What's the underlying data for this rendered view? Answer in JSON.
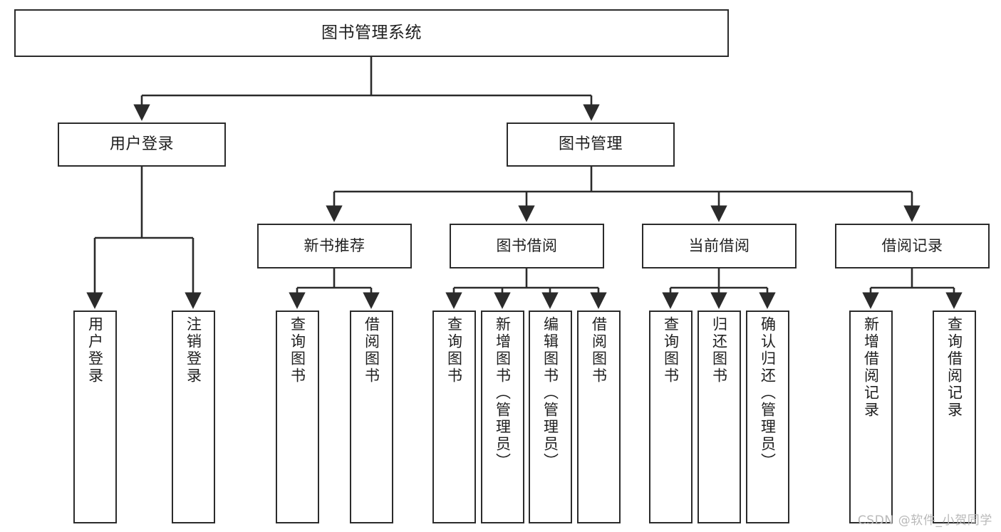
{
  "diagram": {
    "type": "tree",
    "title": "图书管理系统",
    "watermark": "CSDN @软件_小贺同学",
    "colors": {
      "stroke": "#2b2b2b",
      "fill": "#ffffff",
      "text": "#1f1f1f",
      "watermark": "#b9b9b9"
    },
    "nodes": {
      "root": {
        "label": "图书管理系统"
      },
      "level1": [
        {
          "label": "用户登录"
        },
        {
          "label": "图书管理"
        }
      ],
      "level2": [
        {
          "label": "新书推荐"
        },
        {
          "label": "图书借阅"
        },
        {
          "label": "当前借阅"
        },
        {
          "label": "借阅记录"
        }
      ],
      "leaves": {
        "user_login": [
          {
            "label": "用户登录"
          },
          {
            "label": "注销登录"
          }
        ],
        "new_book": [
          {
            "label": "查询图书"
          },
          {
            "label": "借阅图书"
          }
        ],
        "book_borrow": [
          {
            "label": "查询图书"
          },
          {
            "label": "新增图书（管理员）"
          },
          {
            "label": "编辑图书（管理员）"
          },
          {
            "label": "借阅图书"
          }
        ],
        "current_borrow": [
          {
            "label": "查询图书"
          },
          {
            "label": "归还图书"
          },
          {
            "label": "确认归还（管理员）"
          }
        ],
        "borrow_record": [
          {
            "label": "新增借阅记录"
          },
          {
            "label": "查询借阅记录"
          }
        ]
      }
    }
  }
}
